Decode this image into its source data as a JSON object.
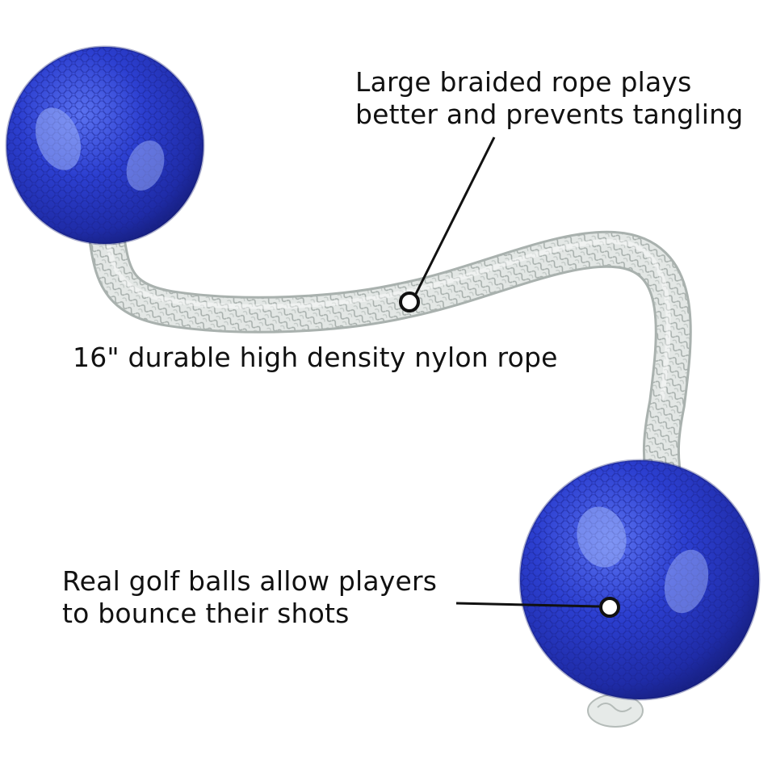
{
  "captions": {
    "braided_rope": {
      "line1": "Large braided rope plays",
      "line2": "better and prevents tangling"
    },
    "rope_length": "16\" durable high density nylon rope",
    "golf_balls": {
      "line1": "Real golf balls allow players",
      "line2": "to bounce their shots"
    }
  },
  "colors": {
    "ball": "#2c3fd0",
    "ball_dark": "#1a2390",
    "ball_highlight": "#8fa3f5",
    "rope": "#dfe4e2",
    "rope_shadow": "#a9b1ae",
    "callout": "#111111",
    "background": "#ffffff"
  }
}
